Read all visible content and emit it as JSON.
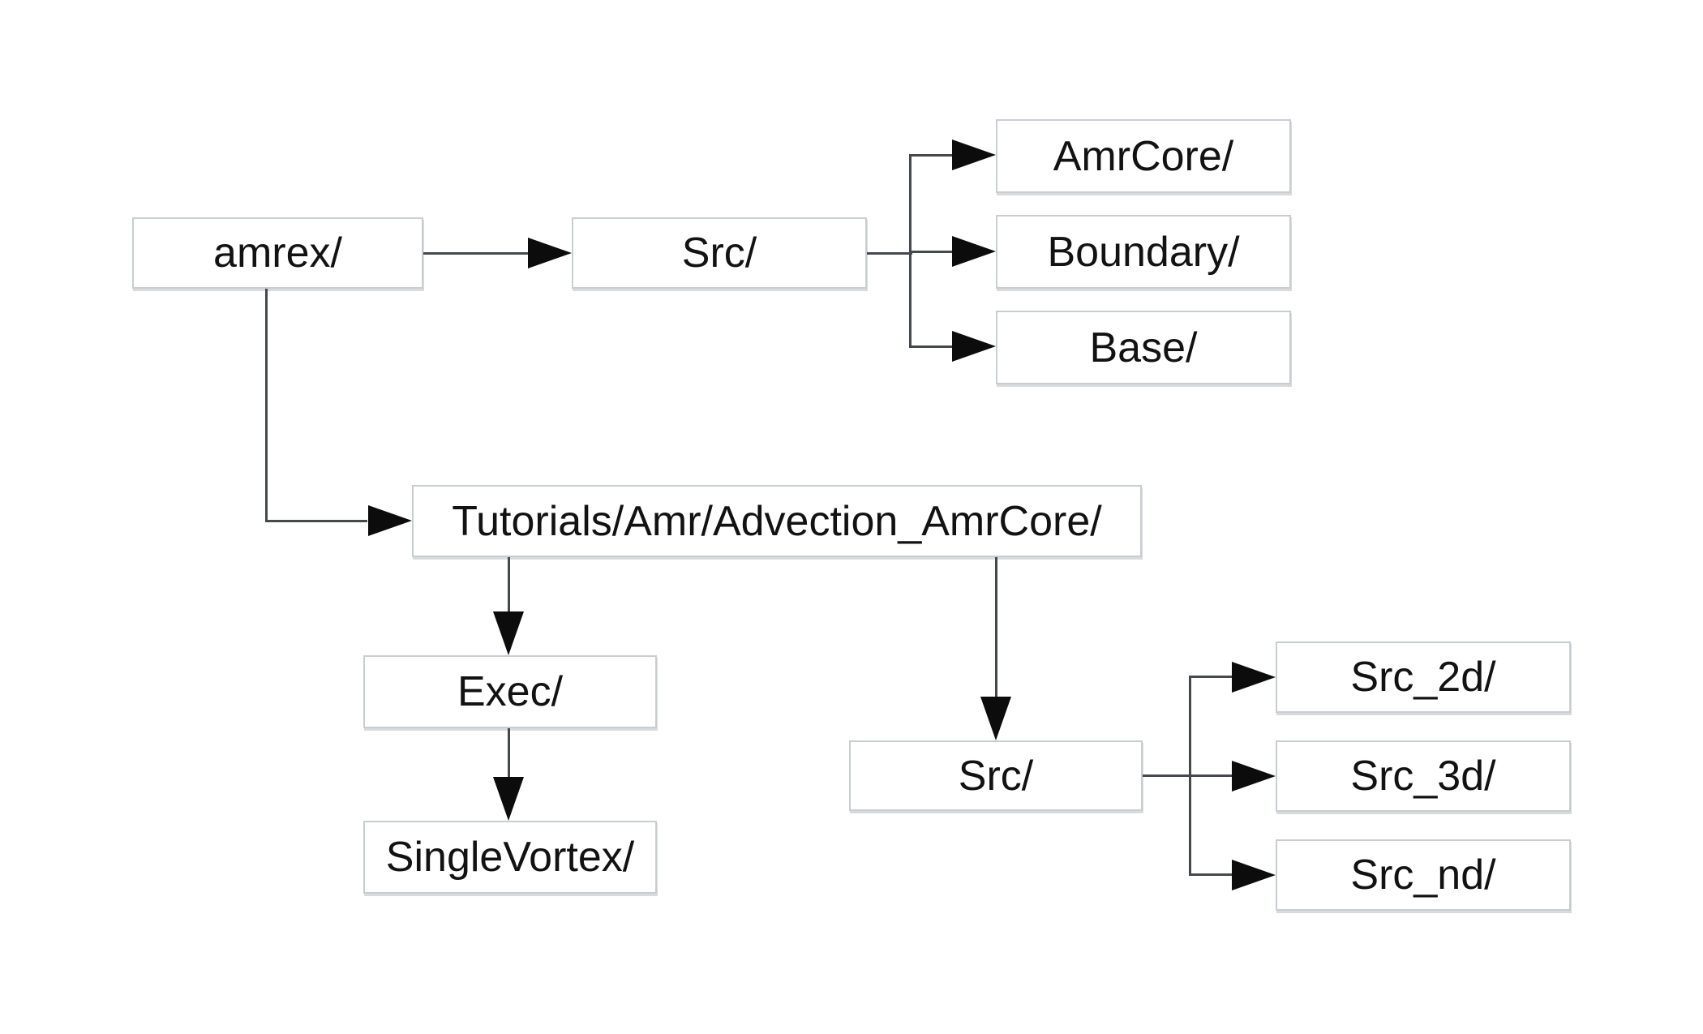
{
  "diagram": {
    "description": "AMReX source tree flowchart",
    "background_color": "#ffffff",
    "box_fill_color": "#ffffff",
    "box_border_color": "#c9cdd2",
    "line_color": "#45484c",
    "arrow_color": "#0c0c0c",
    "text_color": "#121212"
  },
  "nodes": {
    "amrex": {
      "label": "amrex/"
    },
    "src_top": {
      "label": "Src/"
    },
    "amrcore": {
      "label": "AmrCore/"
    },
    "boundary": {
      "label": "Boundary/"
    },
    "base": {
      "label": "Base/"
    },
    "tutorials": {
      "label": "Tutorials/Amr/Advection_AmrCore/"
    },
    "exec": {
      "label": "Exec/"
    },
    "singlevortex": {
      "label": "SingleVortex/"
    },
    "src_bottom": {
      "label": "Src/"
    },
    "src_2d": {
      "label": "Src_2d/"
    },
    "src_3d": {
      "label": "Src_3d/"
    },
    "src_nd": {
      "label": "Src_nd/"
    }
  },
  "edges": [
    {
      "from": "amrex",
      "to": "src_top"
    },
    {
      "from": "src_top",
      "to": "amrcore"
    },
    {
      "from": "src_top",
      "to": "boundary"
    },
    {
      "from": "src_top",
      "to": "base"
    },
    {
      "from": "amrex",
      "to": "tutorials"
    },
    {
      "from": "tutorials",
      "to": "exec"
    },
    {
      "from": "tutorials",
      "to": "src_bottom"
    },
    {
      "from": "exec",
      "to": "singlevortex"
    },
    {
      "from": "src_bottom",
      "to": "src_2d"
    },
    {
      "from": "src_bottom",
      "to": "src_3d"
    },
    {
      "from": "src_bottom",
      "to": "src_nd"
    }
  ]
}
